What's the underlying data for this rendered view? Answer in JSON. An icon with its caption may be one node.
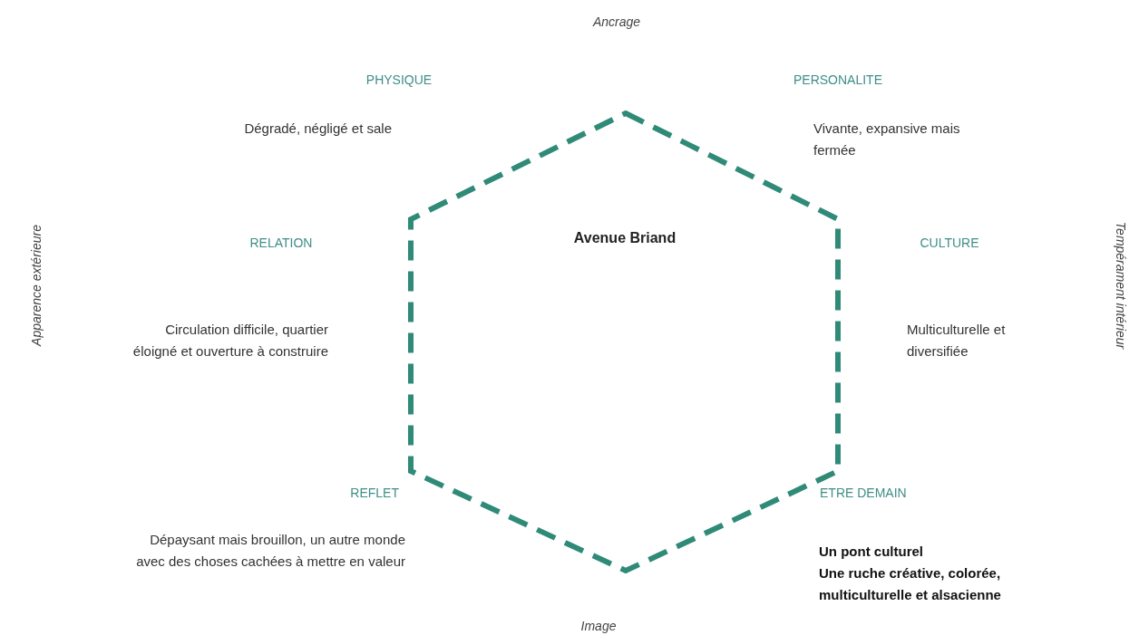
{
  "diagram": {
    "nodes": [
      {
        "text": [
          "Avenue Briand"
        ]
      }
    ],
    "edges": [],
    "labels": [
      "Ancrage",
      "PHYSIQUE",
      "PERSONALITE",
      "Dégradé, négligé et sale",
      "Vivante, expansive mais fermée",
      "Apparence extérieure",
      "Tempérament intérieur",
      "RELATION",
      "CULTURE",
      "Circulation difficile, quartier éloigné et ouverture à construire",
      "Multiculturelle et diversifiée",
      "REFLET",
      "ETRE DEMAIN",
      "Dépaysant mais brouillon, un autre monde avec des choses cachées à mettre en valeur",
      "Un pont culturel",
      "Une ruche créative, colorée, multiculturelle et alsacienne",
      "Image"
    ]
  }
}
